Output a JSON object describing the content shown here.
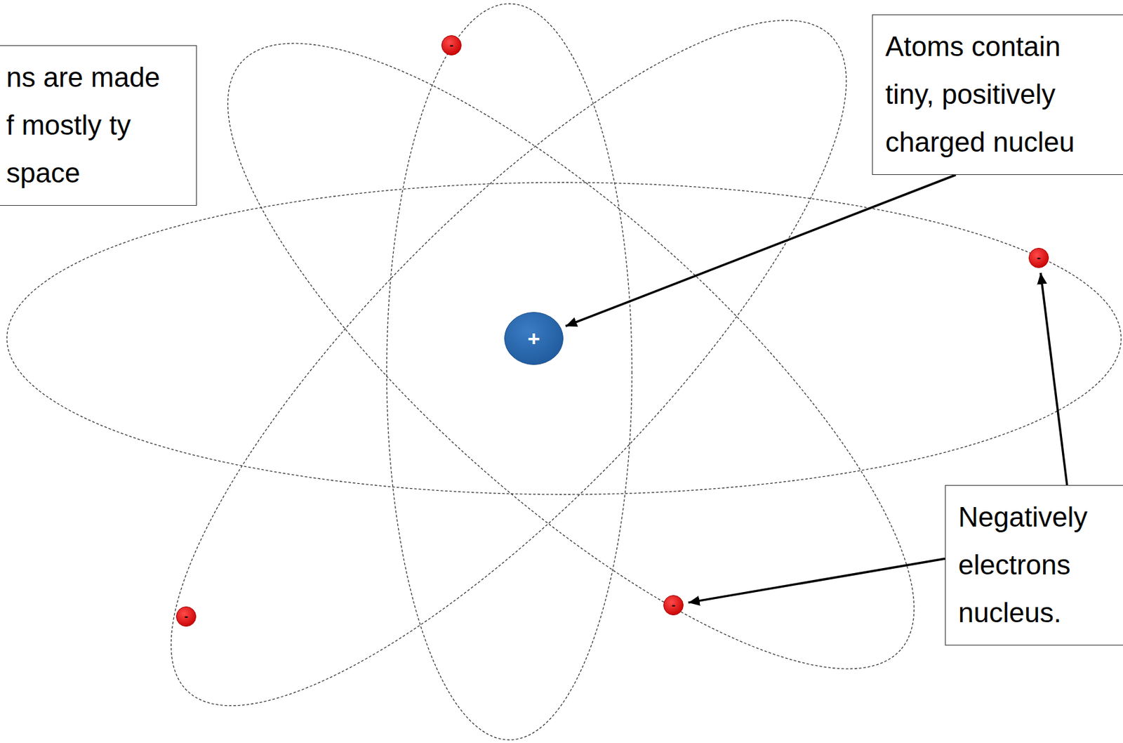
{
  "diagram": {
    "nodes": [
      {
        "text": [
          "ns are made f mostly ty space"
        ]
      },
      {
        "text": [
          "-"
        ]
      },
      {
        "text": [
          "Atoms contain tiny, positively charged nucleu"
        ]
      },
      {
        "text": [
          "-"
        ]
      },
      {
        "text": [
          "+"
        ]
      },
      {
        "text": [
          "Negatively electrons nucleus."
        ]
      },
      {
        "text": [
          "-"
        ]
      },
      {
        "text": [
          "-"
        ]
      }
    ],
    "edges": [
      {
        "from": 2,
        "to": 4,
        "arrow": "to"
      },
      {
        "from": 5,
        "to": 3,
        "arrow": "to"
      },
      {
        "from": 5,
        "to": 6,
        "arrow": "to"
      }
    ]
  }
}
